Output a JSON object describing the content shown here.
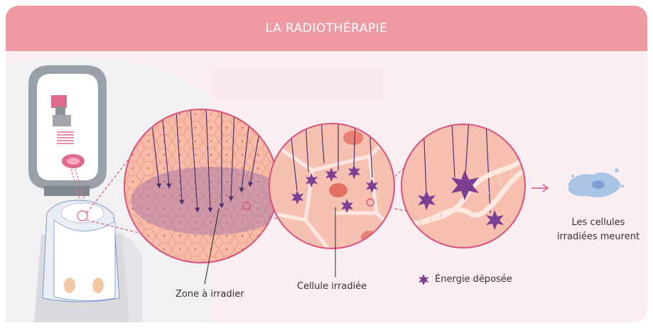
{
  "header": {
    "title": "LA RADIOTHÉRAPIE"
  },
  "labels": {
    "zone": "Zone à irradier",
    "cellule": "Cellule irradiée",
    "energie": "Énergie déposée",
    "result_line1": "Les cellules",
    "result_line2": "irradiées meurent"
  },
  "colors": {
    "header": "#ef9aa3",
    "background": "#fbeef1",
    "tissue": "#f6b9a6",
    "target_zone": "#b98bb0",
    "energy_star": "#7b3f93",
    "beam": "#5b3a78",
    "dead_cell": "#a9c4e4"
  },
  "icons": {
    "machine": "radiotherapy-machine-icon",
    "patient": "patient-icon",
    "star": "energy-star-icon",
    "arrow": "arrow-right-icon",
    "dead_cell": "dead-cell-icon"
  }
}
